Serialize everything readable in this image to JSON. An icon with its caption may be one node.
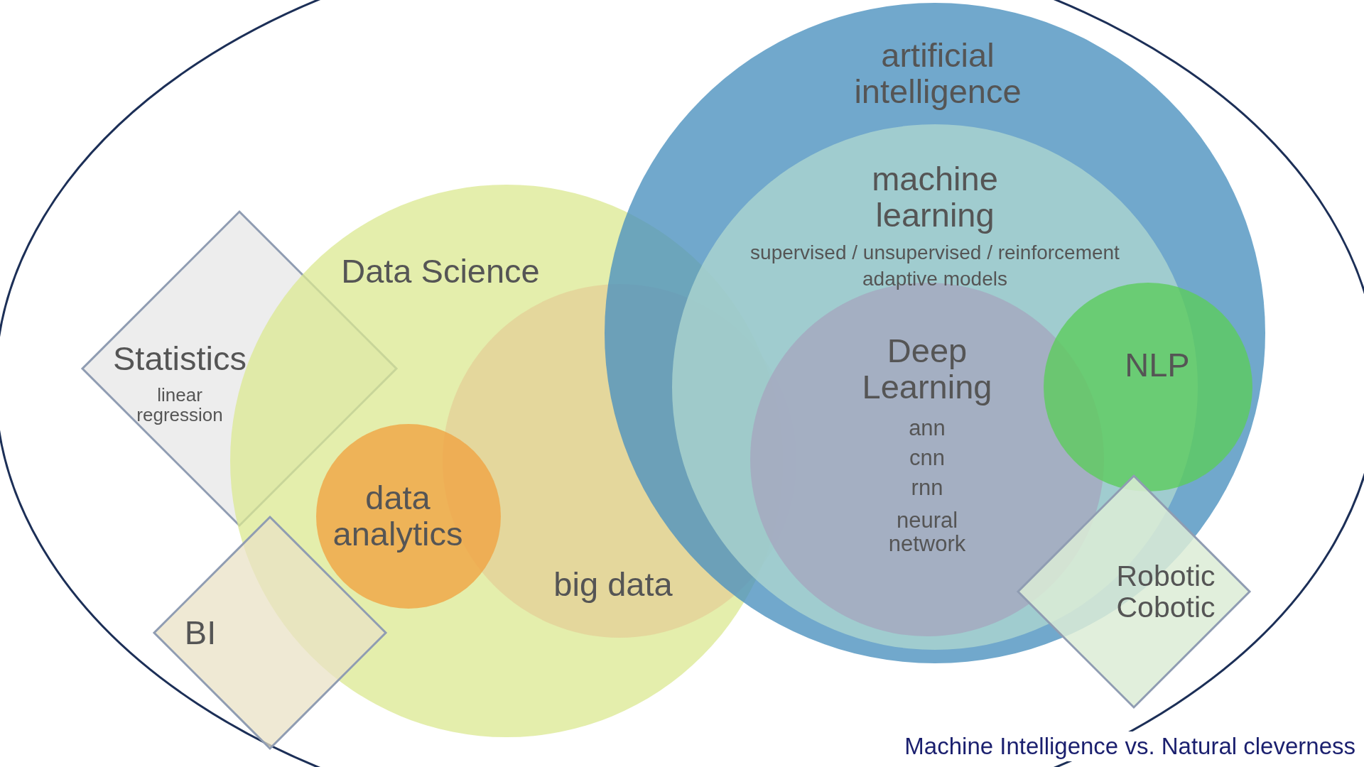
{
  "diagram": {
    "caption": "Machine Intelligence vs. Natural cleverness",
    "nodes": [
      {
        "text": [],
        "shape": "ellipse"
      },
      {
        "text": [
          "Statistics",
          "linear regression"
        ],
        "in": 0
      },
      {
        "text": [
          "Data Science"
        ],
        "in": 0
      },
      {
        "text": [
          "big data"
        ],
        "in": 2
      },
      {
        "text": [
          "data analytics"
        ],
        "in": 2
      },
      {
        "text": [
          "BI"
        ],
        "in": 0
      },
      {
        "text": [
          "artificial intelligence"
        ],
        "in": 0
      },
      {
        "text": [
          "machine learning",
          "supervised / unsupervised / reinforcement",
          "adaptive models"
        ],
        "in": 6
      },
      {
        "text": [
          "Deep Learning",
          "ann",
          "cnn",
          "rnn",
          "neural network"
        ],
        "in": 7
      },
      {
        "text": [
          "NLP"
        ],
        "in": 6
      },
      {
        "text": [
          "Robotic Cobotic"
        ],
        "in": 0
      }
    ]
  }
}
